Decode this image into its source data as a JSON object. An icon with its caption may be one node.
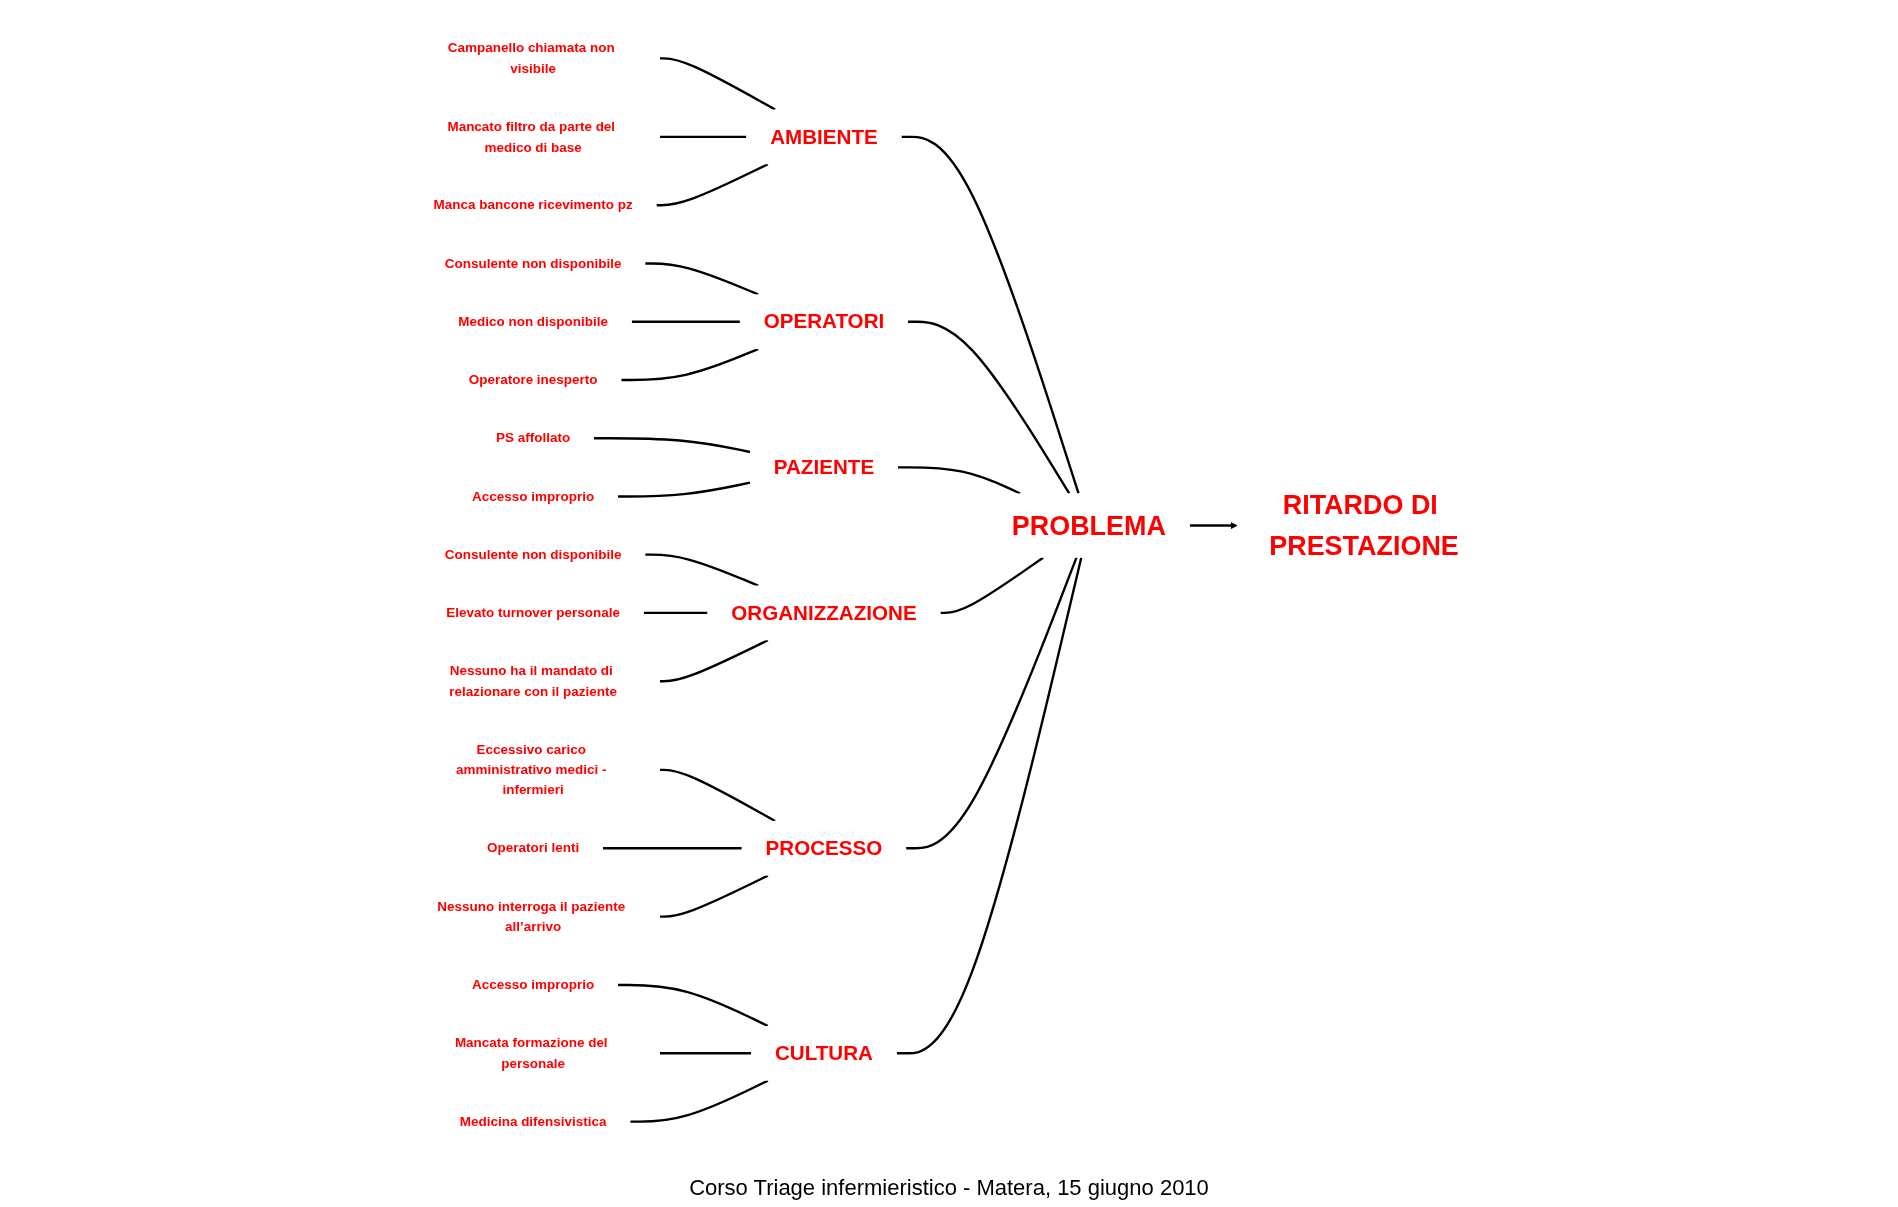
{
  "diagram": {
    "caption": "Corso Triage infermieristico - Matera, 15 giugno 2010",
    "nodes": [
      {
        "text": [
          "AMBIENTE"
        ]
      },
      {
        "text": [
          "Campanello chiamata non visibile"
        ]
      },
      {
        "text": [
          "Mancato filtro da parte del medico di base"
        ]
      },
      {
        "text": [
          "Manca bancone ricevimento pz"
        ]
      },
      {
        "text": [
          "OPERATORI"
        ]
      },
      {
        "text": [
          "Consulente non disponibile"
        ]
      },
      {
        "text": [
          "Medico non disponibile"
        ]
      },
      {
        "text": [
          "Operatore inesperto"
        ]
      },
      {
        "text": [
          "PAZIENTE"
        ]
      },
      {
        "text": [
          "PS affollato"
        ]
      },
      {
        "text": [
          "Accesso improprio"
        ]
      },
      {
        "text": [
          "Consulente non disponibile"
        ]
      },
      {
        "text": [
          "Elevato turnover personale"
        ]
      },
      {
        "text": [
          "Nessuno ha il mandato di relazionare con il paziente"
        ]
      },
      {
        "text": [
          "ORGANIZZAZIONE"
        ]
      },
      {
        "text": [
          "Eccessivo carico amministrativo medici - infermieri"
        ]
      },
      {
        "text": [
          "Operatori lenti"
        ]
      },
      {
        "text": [
          "Nessuno interroga il paziente all’arrivo"
        ]
      },
      {
        "text": [
          "PROCESSO"
        ]
      },
      {
        "text": [
          "Accesso improprio"
        ]
      },
      {
        "text": [
          "Mancata formazione del personale"
        ]
      },
      {
        "text": [
          "Medicina difensivistica"
        ]
      },
      {
        "text": [
          "CULTURA"
        ]
      },
      {
        "text": [
          "PROBLEMA"
        ]
      },
      {
        "text": [
          "RITARDO DI PRESTAZIONE"
        ]
      }
    ],
    "edges": [
      {
        "from": 1,
        "to": 0,
        "arrow": "none"
      },
      {
        "from": 2,
        "to": 0,
        "arrow": "none"
      },
      {
        "from": 3,
        "to": 0,
        "arrow": "none"
      },
      {
        "from": 5,
        "to": 4,
        "arrow": "none"
      },
      {
        "from": 6,
        "to": 4,
        "arrow": "none"
      },
      {
        "from": 7,
        "to": 4,
        "arrow": "none"
      },
      {
        "from": 9,
        "to": 8,
        "arrow": "none"
      },
      {
        "from": 10,
        "to": 8,
        "arrow": "none"
      },
      {
        "from": 11,
        "to": 14,
        "arrow": "none"
      },
      {
        "from": 12,
        "to": 14,
        "arrow": "none"
      },
      {
        "from": 13,
        "to": 14,
        "arrow": "none"
      },
      {
        "from": 15,
        "to": 18,
        "arrow": "none"
      },
      {
        "from": 16,
        "to": 18,
        "arrow": "none"
      },
      {
        "from": 17,
        "to": 18,
        "arrow": "none"
      },
      {
        "from": 19,
        "to": 22,
        "arrow": "none"
      },
      {
        "from": 20,
        "to": 22,
        "arrow": "none"
      },
      {
        "from": 21,
        "to": 22,
        "arrow": "none"
      },
      {
        "from": 0,
        "to": 23,
        "arrow": "none"
      },
      {
        "from": 4,
        "to": 23,
        "arrow": "none"
      },
      {
        "from": 8,
        "to": 23,
        "arrow": "none"
      },
      {
        "from": 14,
        "to": 23,
        "arrow": "none"
      },
      {
        "from": 18,
        "to": 23,
        "arrow": "none"
      },
      {
        "from": 22,
        "to": 23,
        "arrow": "none"
      },
      {
        "from": 23,
        "to": 24,
        "arrow": "to"
      }
    ]
  }
}
